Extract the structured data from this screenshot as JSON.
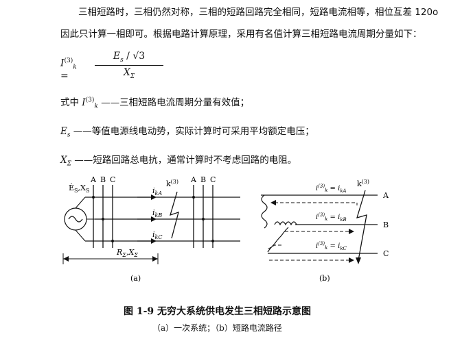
{
  "text": {
    "para1_line1": "三相短路时，三相仍然对称，三相的短路回路完全相同，短路电流相等，相位互差 120o",
    "para1_line2": "因此只计算一相即可。根据电路计算原理，采用有名值计算三相短路电流周期分量如下：",
    "def1_prefix": "式中",
    "def1_desc": "——三相短路电流周期分量有效值；",
    "def2_desc": "——等值电源线电动势，实际计算时可采用平均额定电压；",
    "def3_desc": "——短路回路总电抗，通常计算时不考虑回路的电阻。"
  },
  "formula": {
    "lhs": "I",
    "lhs_sup": "(3)",
    "lhs_sub": "k",
    "eq": "=",
    "num": "E",
    "num_sub": "s",
    "num_rest": " / √3",
    "den": "X",
    "den_sub": "Σ"
  },
  "figure": {
    "left_phase_labels": [
      "A",
      "B",
      "C"
    ],
    "right_phase_labels": [
      "A",
      "B",
      "C"
    ],
    "source_label": "Ė",
    "source_sub": "S",
    "source_x": "X",
    "source_x_sub": "S",
    "current_labels": [
      "kA",
      "kB",
      "kC"
    ],
    "k_label": "k",
    "k_sup": "(3)",
    "r_label": "R",
    "r_sub": "Σ",
    "x_label": "X",
    "x_sub": "Σ",
    "sub_a": "(a)",
    "sub_b": "(b)",
    "b_labels": [
      "A",
      "B",
      "C"
    ],
    "b_eq_labels": [
      "kA",
      "kB",
      "kC"
    ]
  },
  "caption": {
    "title": "图 1-9   无穷大系统供电发生三相短路示意图",
    "subtitle": "（a）一次系统；（b）短路电流路径"
  }
}
